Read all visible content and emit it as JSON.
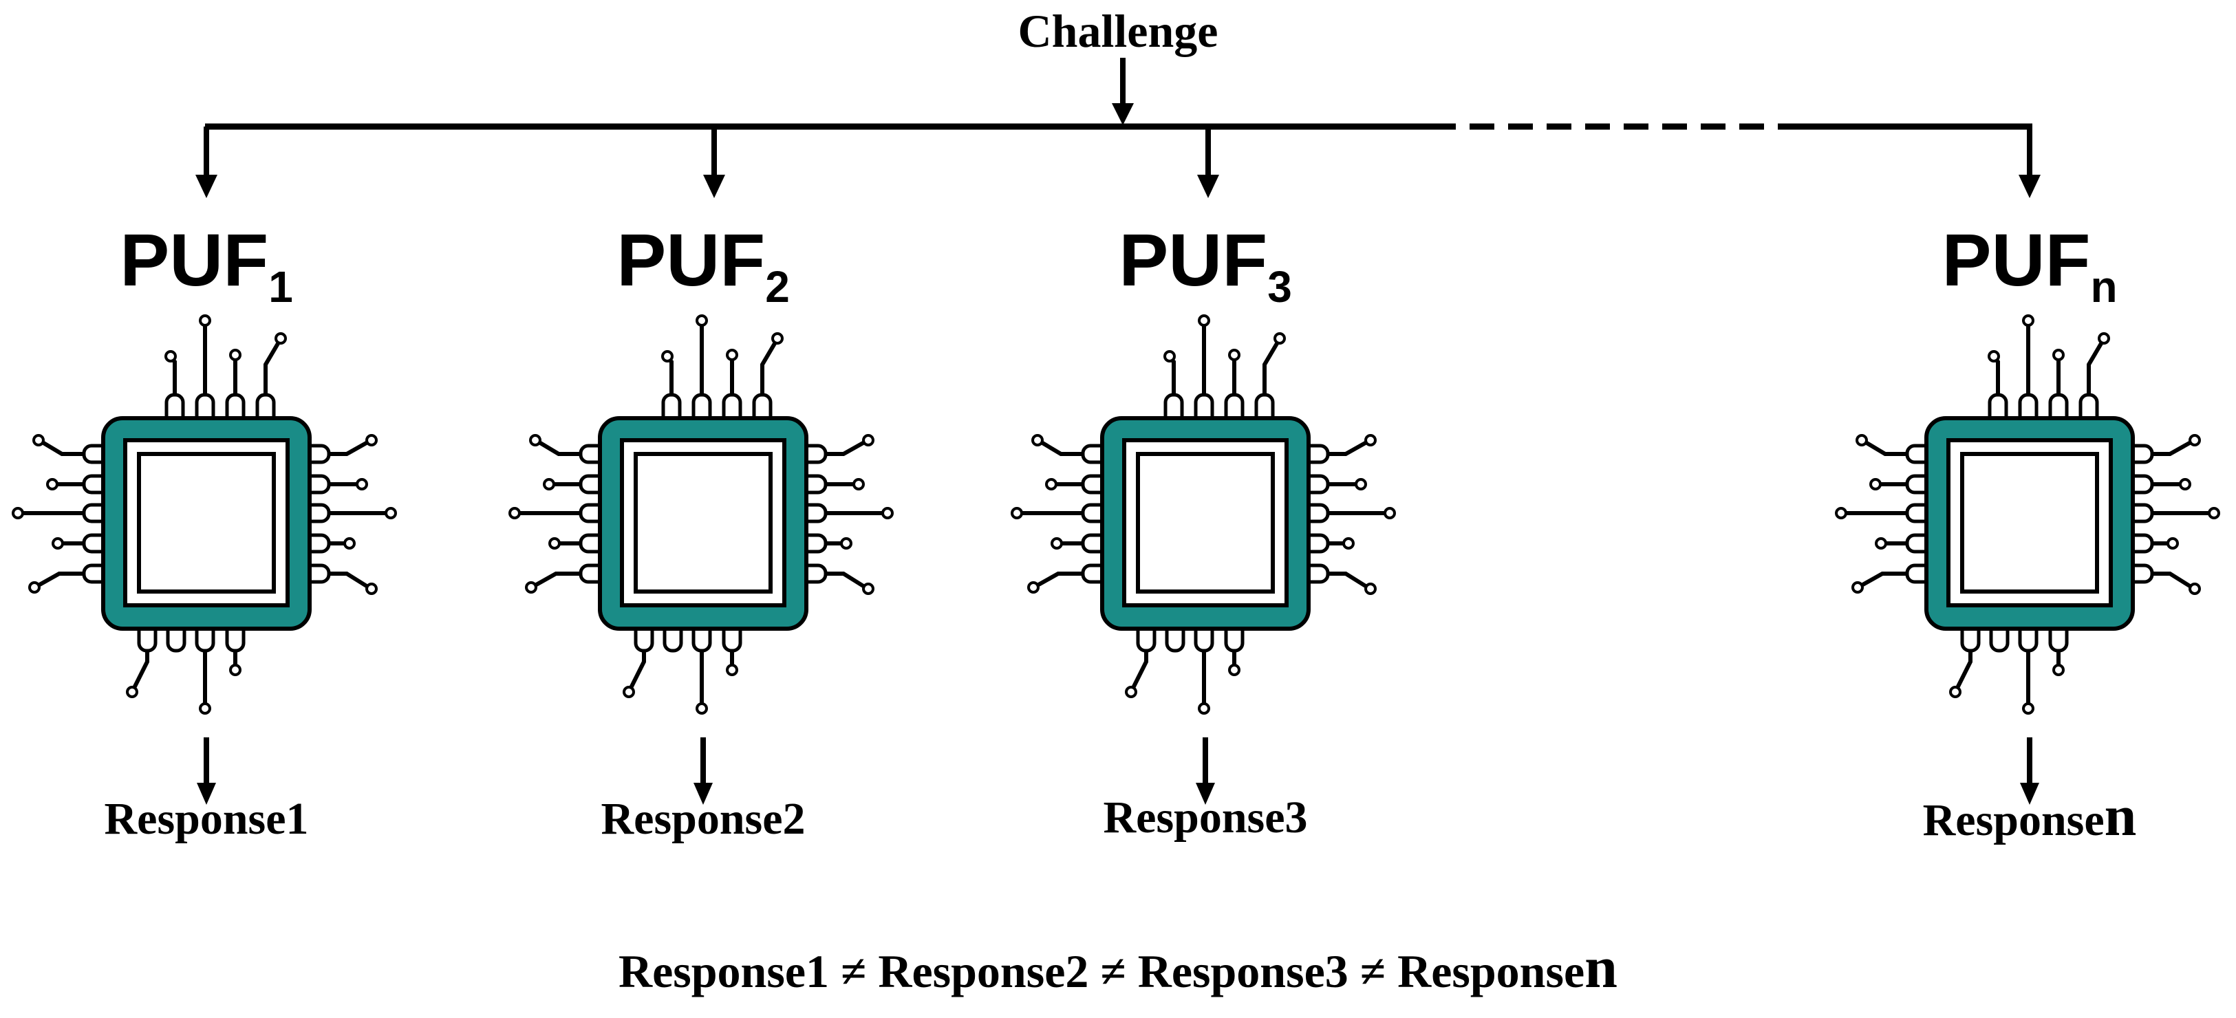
{
  "challenge": "Challenge",
  "pufs": [
    {
      "base": "PUF",
      "sub": "1",
      "response_prefix": "Response",
      "response_suffix": "1"
    },
    {
      "base": "PUF",
      "sub": "2",
      "response_prefix": "Response",
      "response_suffix": "2"
    },
    {
      "base": "PUF",
      "sub": "3",
      "response_prefix": "Response",
      "response_suffix": "3"
    },
    {
      "base": "PUF",
      "sub": "n",
      "response_prefix": "Response",
      "response_suffix": "n"
    }
  ],
  "inequality": {
    "terms": [
      "Response1",
      "Response2",
      "Response3",
      "Response"
    ],
    "last_suffix": "n",
    "separator": "≠"
  },
  "colors": {
    "chip_body": "#1a8c87",
    "line": "#000000",
    "pin": "#ffffff"
  }
}
